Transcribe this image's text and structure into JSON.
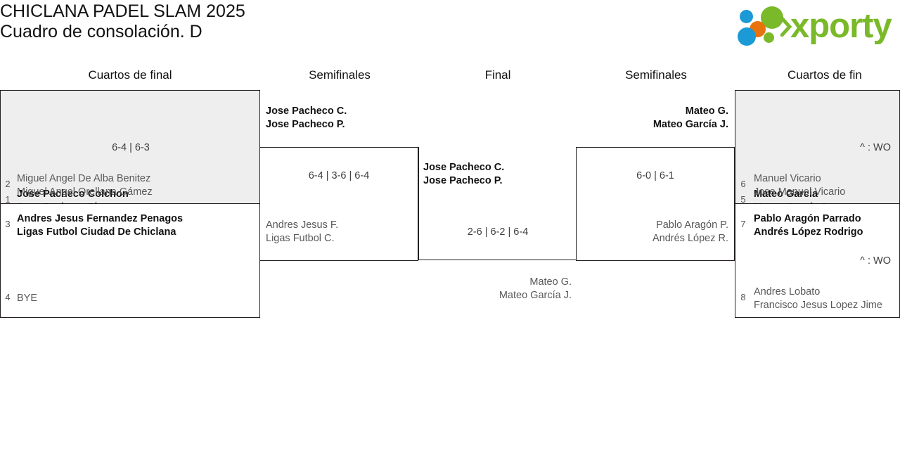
{
  "header": {
    "title_line1": "CHICLANA PADEL SLAM 2025",
    "title_line2": "Cuadro de consolación. D",
    "logo_word": "xporty"
  },
  "round_headers": {
    "left_quarters": "Cuartos de final",
    "left_semis": "Semifinales",
    "final": "Final",
    "right_semis": "Semifinales",
    "right_quarters": "Cuartos de fin"
  },
  "bracket": {
    "left_quarters": [
      {
        "seed_top": "1",
        "top_line1": "Jose Pacheco Colchon",
        "top_line2": "Jose Pacheco Pinto",
        "score": "6-4 | 6-3",
        "seed_bottom": "2",
        "bottom_line1": "Miguel Angel De Alba Benitez",
        "bottom_line2": "Miguel Angel Orellana Gámez"
      },
      {
        "seed_top": "3",
        "top_line1": "Andres Jesus Fernandez Penagos",
        "top_line2": "Ligas Futbol Ciudad De Chiclana",
        "score": "",
        "seed_bottom": "4",
        "bottom_line1": "BYE",
        "bottom_line2": ""
      }
    ],
    "left_semis": {
      "top_line1": "Jose Pacheco C.",
      "top_line2": "Jose Pacheco P.",
      "score": "6-4 | 3-6 | 6-4",
      "bottom_line1": "Andres Jesus F.",
      "bottom_line2": "Ligas Futbol C."
    },
    "final": {
      "top_line1": "Jose Pacheco C.",
      "top_line2": "Jose Pacheco P.",
      "score": "2-6 | 6-2 | 6-4",
      "bottom_line1": "Mateo G.",
      "bottom_line2": "Mateo García J."
    },
    "right_semis": {
      "top_line1": "Mateo G.",
      "top_line2": "Mateo García J.",
      "score": "6-0 | 6-1",
      "bottom_line1": "Pablo Aragón P.",
      "bottom_line2": "Andrés López R."
    },
    "right_quarters": [
      {
        "seed_top": "5",
        "top_line1": "Mateo Garcia",
        "top_line2": "Mateo García Jr.",
        "score": "^ : WO",
        "seed_bottom": "6",
        "bottom_line1": "Manuel Vicario",
        "bottom_line2": "Jose Manuel Vicario"
      },
      {
        "seed_top": "7",
        "top_line1": "Pablo Aragón Parrado",
        "top_line2": "Andrés López Rodrigo",
        "score": "^ : WO",
        "seed_bottom": "8",
        "bottom_line1": "Andres Lobato",
        "bottom_line2": "Francisco Jesus Lopez Jime"
      }
    ]
  }
}
